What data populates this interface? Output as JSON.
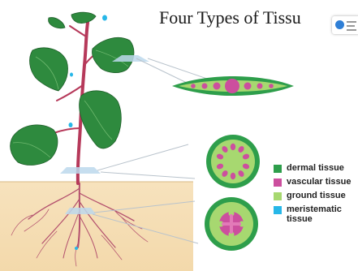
{
  "title": "Four Types of Tissu",
  "legend": [
    {
      "label": "dermal tissue",
      "color": "#2e9e4b"
    },
    {
      "label": "vascular tissue",
      "color": "#cc4f9e"
    },
    {
      "label": "ground tissue",
      "color": "#a7d870"
    },
    {
      "label": "meristematic tissue",
      "color": "#27b7e8"
    }
  ],
  "colors": {
    "stem": "#b6395a",
    "leaf": "#2e8a3e",
    "soil": "#f4dcb2",
    "root": "#b3506e",
    "cross_section_plane": "#bcd8ec"
  }
}
